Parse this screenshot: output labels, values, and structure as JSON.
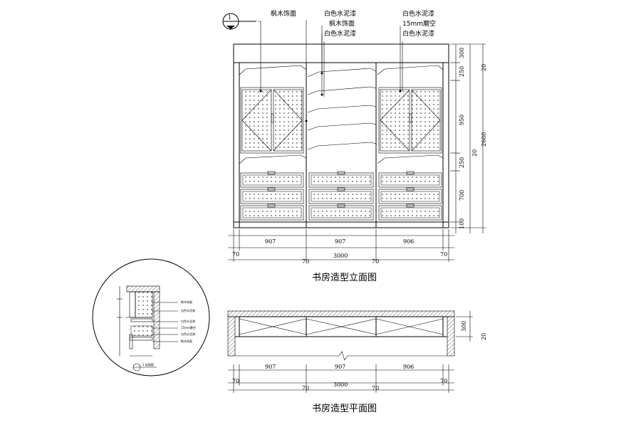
{
  "elevation": {
    "title": "书房造型立面图",
    "callout_labels": [
      "枫木饰面",
      "白色水泥漆",
      "枫木饰面",
      "白色水泥漆",
      "白色水泥漆",
      "15mm磨空",
      "白色水泥漆"
    ],
    "section_marker": "1",
    "width_dims": [
      "907",
      "907",
      "906"
    ],
    "total_dims": [
      "70",
      "70",
      "3000",
      "70",
      "70"
    ],
    "height_dims": [
      "300",
      "250",
      "950",
      "250",
      "700",
      "100"
    ],
    "overall_height": "2600",
    "side_dims": [
      "20",
      "20"
    ]
  },
  "plan": {
    "title": "书房造型平面图",
    "width_dims": [
      "907",
      "907",
      "906"
    ],
    "total_dims": [
      "70",
      "70",
      "3000",
      "70",
      "70"
    ],
    "depth_dim": "300",
    "side_dim": "20"
  },
  "detail": {
    "label": "1 剖面图",
    "small_notes": [
      "枫木饰面",
      "白色水泥漆",
      "白色水泥漆",
      "15mm磨空",
      "白色水泥漆",
      "枫木饰面"
    ]
  }
}
